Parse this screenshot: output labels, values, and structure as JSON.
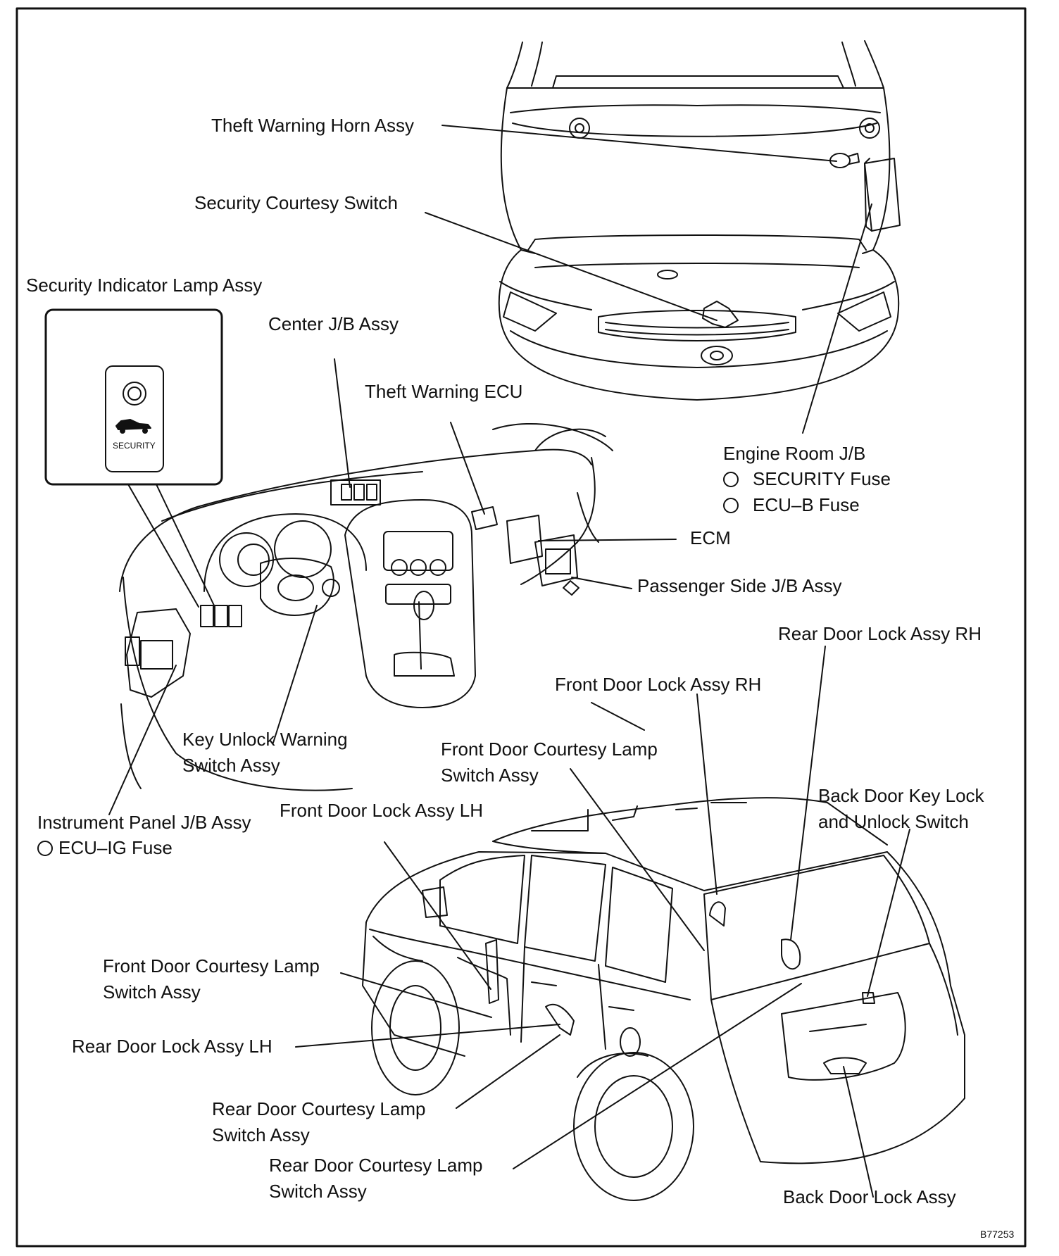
{
  "labels": {
    "theft_horn": "Theft Warning Horn Assy",
    "security_courtesy": "Security Courtesy Switch",
    "security_indicator": "Security Indicator Lamp Assy",
    "center_jb": "Center J/B Assy",
    "theft_ecu": "Theft Warning ECU",
    "engine_room_jb": "Engine Room J/B",
    "security_fuse": "SECURITY Fuse",
    "ecu_b_fuse": "ECU–B Fuse",
    "ecm": "ECM",
    "passenger_jb": "Passenger Side J/B Assy",
    "rear_lock_rh": "Rear Door Lock Assy RH",
    "front_lock_rh": "Front Door Lock Assy RH",
    "key_unlock_1": "Key Unlock Warning",
    "key_unlock_2": "Switch Assy",
    "front_courtesy_a_1": "Front Door Courtesy Lamp",
    "front_courtesy_a_2": "Switch Assy",
    "back_key_1": "Back Door Key Lock",
    "back_key_2": "and Unlock Switch",
    "instrument_jb": "Instrument Panel J/B Assy",
    "ecu_ig_fuse": "ECU–IG Fuse",
    "front_lock_lh": "Front Door Lock Assy LH",
    "front_courtesy_b_1": "Front Door Courtesy Lamp",
    "front_courtesy_b_2": "Switch Assy",
    "rear_lock_lh": "Rear Door Lock Assy LH",
    "rear_courtesy_a_1": "Rear Door Courtesy Lamp",
    "rear_courtesy_a_2": "Switch Assy",
    "rear_courtesy_b_1": "Rear Door Courtesy Lamp",
    "rear_courtesy_b_2": "Switch Assy",
    "back_lock": "Back Door Lock Assy",
    "security_switch_text": "SECURITY",
    "figure_code": "B77253"
  }
}
